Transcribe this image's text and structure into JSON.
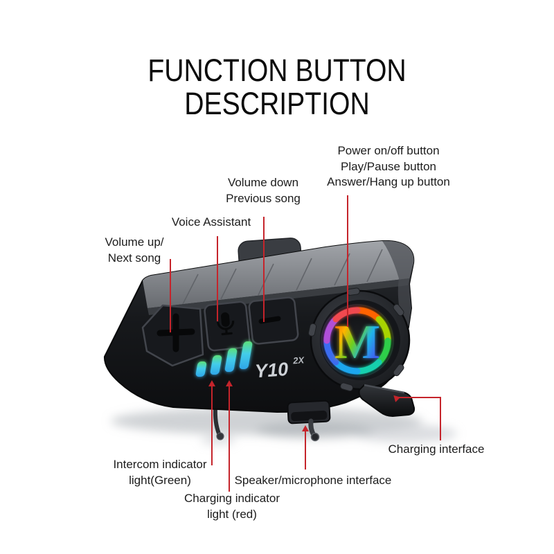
{
  "title": {
    "line1": "FUNCTION BUTTON",
    "line2": "DESCRIPTION"
  },
  "callouts": {
    "volume_up": {
      "lines": [
        "Volume up/",
        "Next song"
      ]
    },
    "voice_assistant": {
      "lines": [
        "Voice Assistant"
      ]
    },
    "volume_down": {
      "lines": [
        "Volume down",
        "Previous song"
      ]
    },
    "power": {
      "lines": [
        "Power on/off button",
        "Play/Pause button",
        "Answer/Hang up button"
      ]
    },
    "charging_interface": {
      "lines": [
        "Charging interface"
      ]
    },
    "speaker_mic": {
      "lines": [
        "Speaker/microphone interface"
      ]
    },
    "intercom_light": {
      "lines": [
        "Intercom indicator",
        "light(Green)"
      ]
    },
    "charging_light": {
      "lines": [
        "Charging indicator",
        "light (red)"
      ]
    }
  },
  "device": {
    "model": "Y10",
    "model_sup": "2X",
    "logo_letter": "M",
    "icons": {
      "volume_up_button": "plus-icon",
      "voice_assistant_button": "microphone-icon",
      "volume_down_button": "minus-icon",
      "power_button": "rainbow-m-logo"
    }
  },
  "colors": {
    "annotation_red": "#c5242b",
    "title_black": "#0b0b0b",
    "body_black": "#17191c",
    "top_band_gray": "#8e9196",
    "led_green": "#5ce07a",
    "led_blue": "#3fc3f2",
    "logo_rainbow": [
      "#ff6400",
      "#a8d400",
      "#2fcf4a",
      "#18cfae",
      "#1fa6ee",
      "#3b6cf0",
      "#b04fd8",
      "#f0484f"
    ]
  }
}
